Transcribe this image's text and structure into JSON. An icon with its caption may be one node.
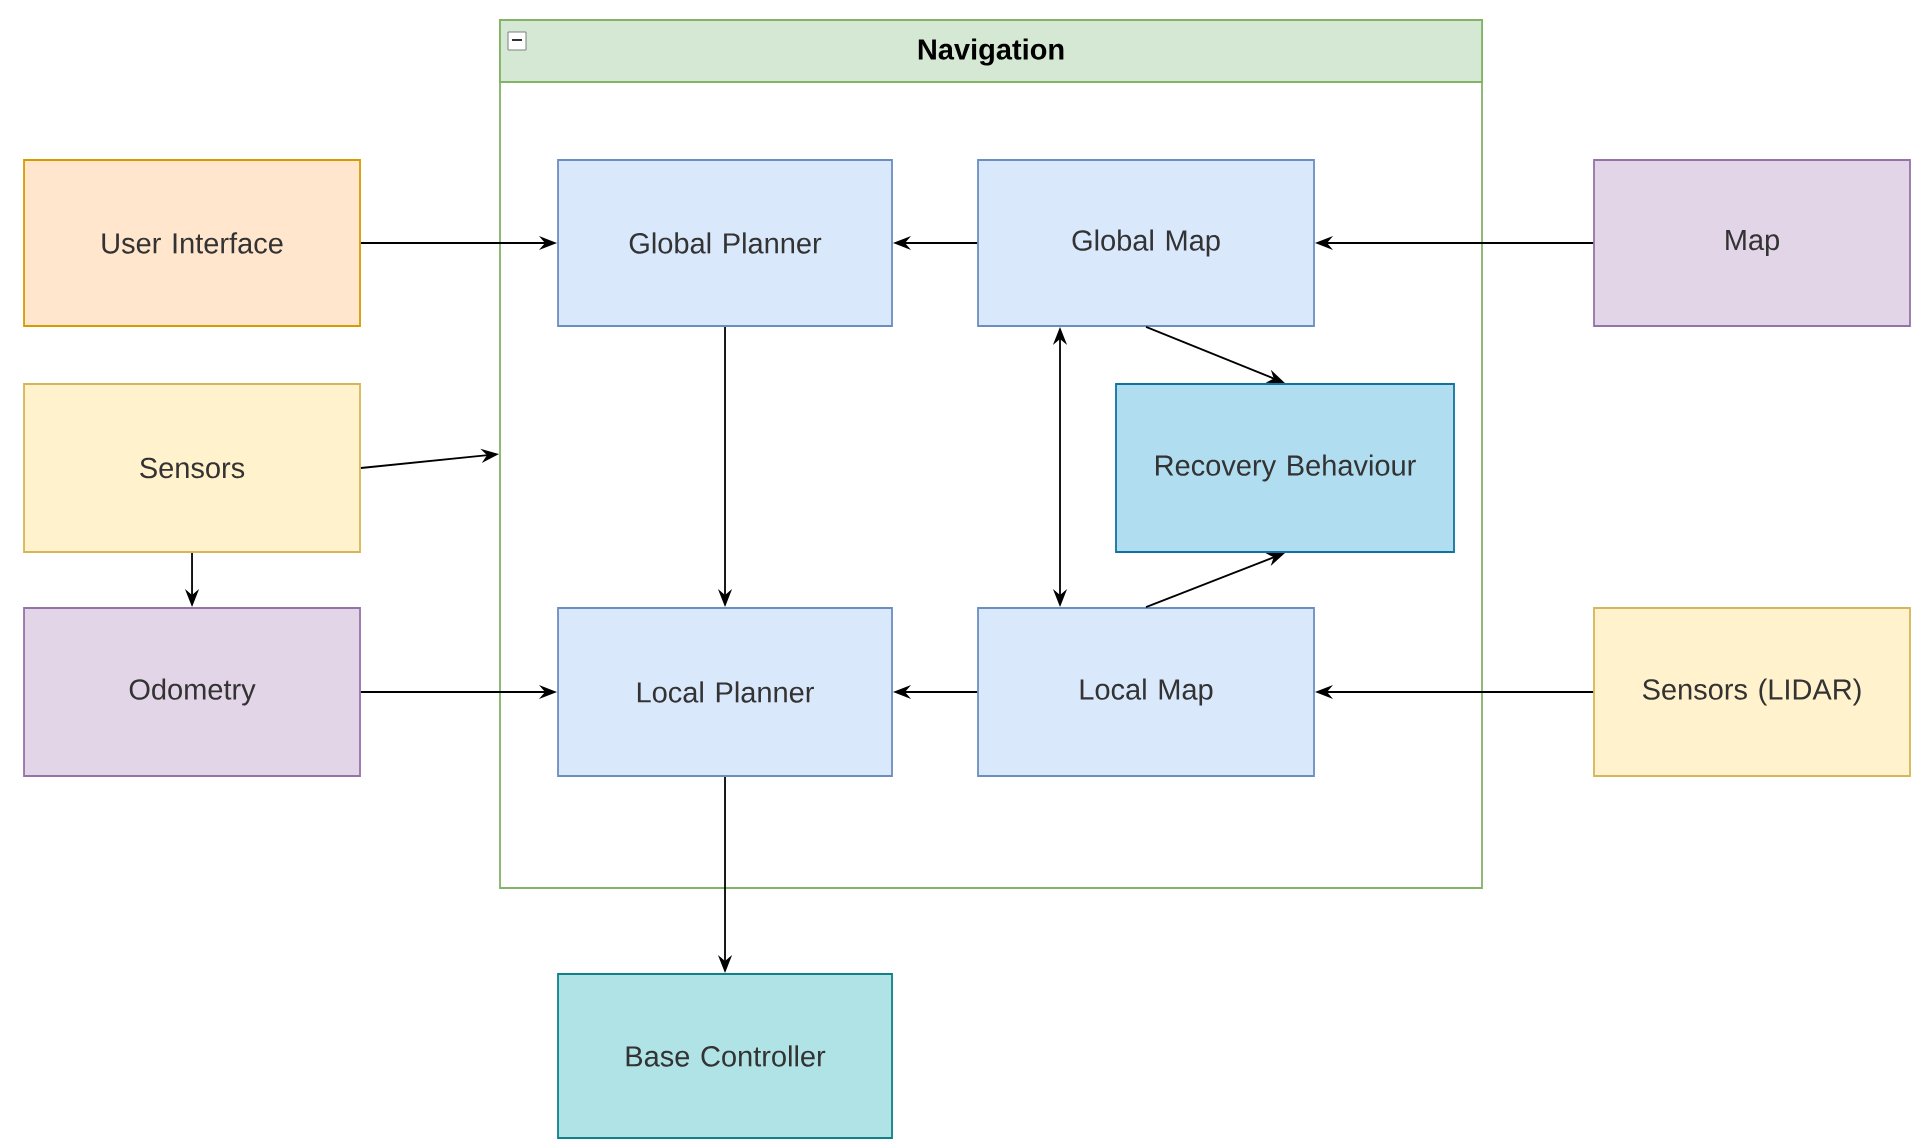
{
  "diagram": {
    "nodes": [
      {
        "text": [
          "Navigation"
        ]
      },
      {
        "text": [
          "User Interface"
        ]
      },
      {
        "text": [
          "Sensors"
        ]
      },
      {
        "text": [
          "Odometry"
        ]
      },
      {
        "text": [
          "Global Planner"
        ],
        "in": 0
      },
      {
        "text": [
          "Global Map"
        ],
        "in": 0
      },
      {
        "text": [
          "Recovery Behaviour"
        ],
        "in": 0
      },
      {
        "text": [
          "Local Planner"
        ],
        "in": 0
      },
      {
        "text": [
          "Local Map"
        ],
        "in": 0
      },
      {
        "text": [
          "Map"
        ]
      },
      {
        "text": [
          "Sensors (LIDAR)"
        ]
      },
      {
        "text": [
          "Base Controller"
        ]
      }
    ],
    "edges": [
      {
        "from": 1,
        "to": 4,
        "arrow": "to"
      },
      {
        "from": 5,
        "to": 4,
        "arrow": "to"
      },
      {
        "from": 9,
        "to": 5,
        "arrow": "to"
      },
      {
        "from": 2,
        "to": 0,
        "arrow": "to"
      },
      {
        "from": 2,
        "to": 3,
        "arrow": "to"
      },
      {
        "from": 3,
        "to": 7,
        "arrow": "to"
      },
      {
        "from": 4,
        "to": 7,
        "arrow": "to"
      },
      {
        "from": 5,
        "to": 8,
        "arrow": "both"
      },
      {
        "from": 5,
        "to": 6,
        "arrow": "to"
      },
      {
        "from": 8,
        "to": 6,
        "arrow": "to"
      },
      {
        "from": 8,
        "to": 7,
        "arrow": "to"
      },
      {
        "from": 10,
        "to": 8,
        "arrow": "to"
      },
      {
        "from": 7,
        "to": 11,
        "arrow": "to"
      }
    ]
  }
}
